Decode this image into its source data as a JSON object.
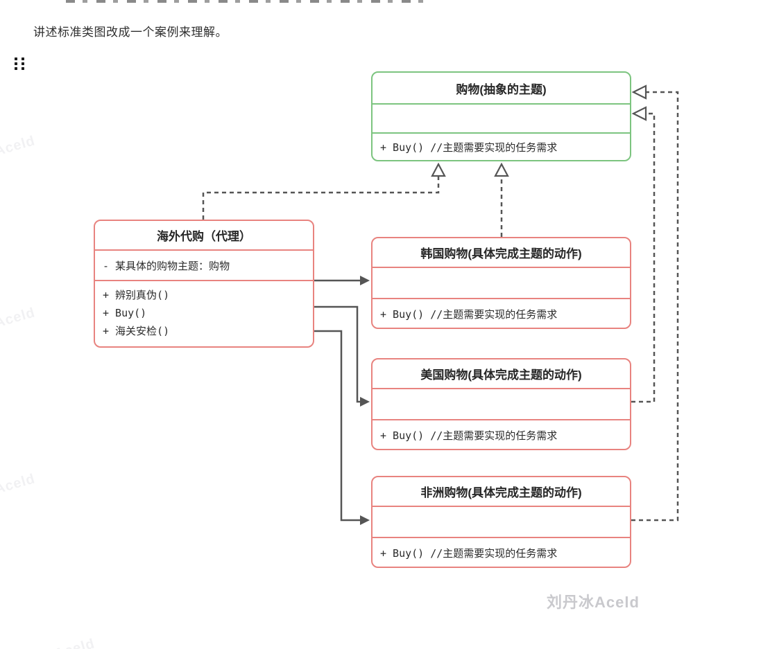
{
  "intro": {
    "text": "讲述标准类图改成一个案例来理解。"
  },
  "diagram": {
    "abstract_subject": {
      "title": "购物(抽象的主题)",
      "attribute": "",
      "method": "+ Buy() //主题需要实现的任务需求"
    },
    "proxy": {
      "title": "海外代购（代理）",
      "attribute": "- 某具体的购物主题：购物",
      "methods": [
        "+ 辨别真伪()",
        "+ Buy()",
        "+ 海关安检()"
      ]
    },
    "concrete_subjects": [
      {
        "title": "韩国购物(具体完成主题的动作)",
        "attribute": "",
        "method": "+ Buy() //主题需要实现的任务需求"
      },
      {
        "title": "美国购物(具体完成主题的动作)",
        "attribute": "",
        "method": "+ Buy() //主题需要实现的任务需求"
      },
      {
        "title": "非洲购物(具体完成主题的动作)",
        "attribute": "",
        "method": "+ Buy() //主题需要实现的任务需求"
      }
    ]
  },
  "watermarks": {
    "small": "Aceld",
    "signature": "刘丹冰Aceld"
  },
  "colors": {
    "abstract_border": "#7CC47F",
    "concrete_border": "#E8837F",
    "connector": "#555555",
    "text": "#2B2B2B"
  }
}
